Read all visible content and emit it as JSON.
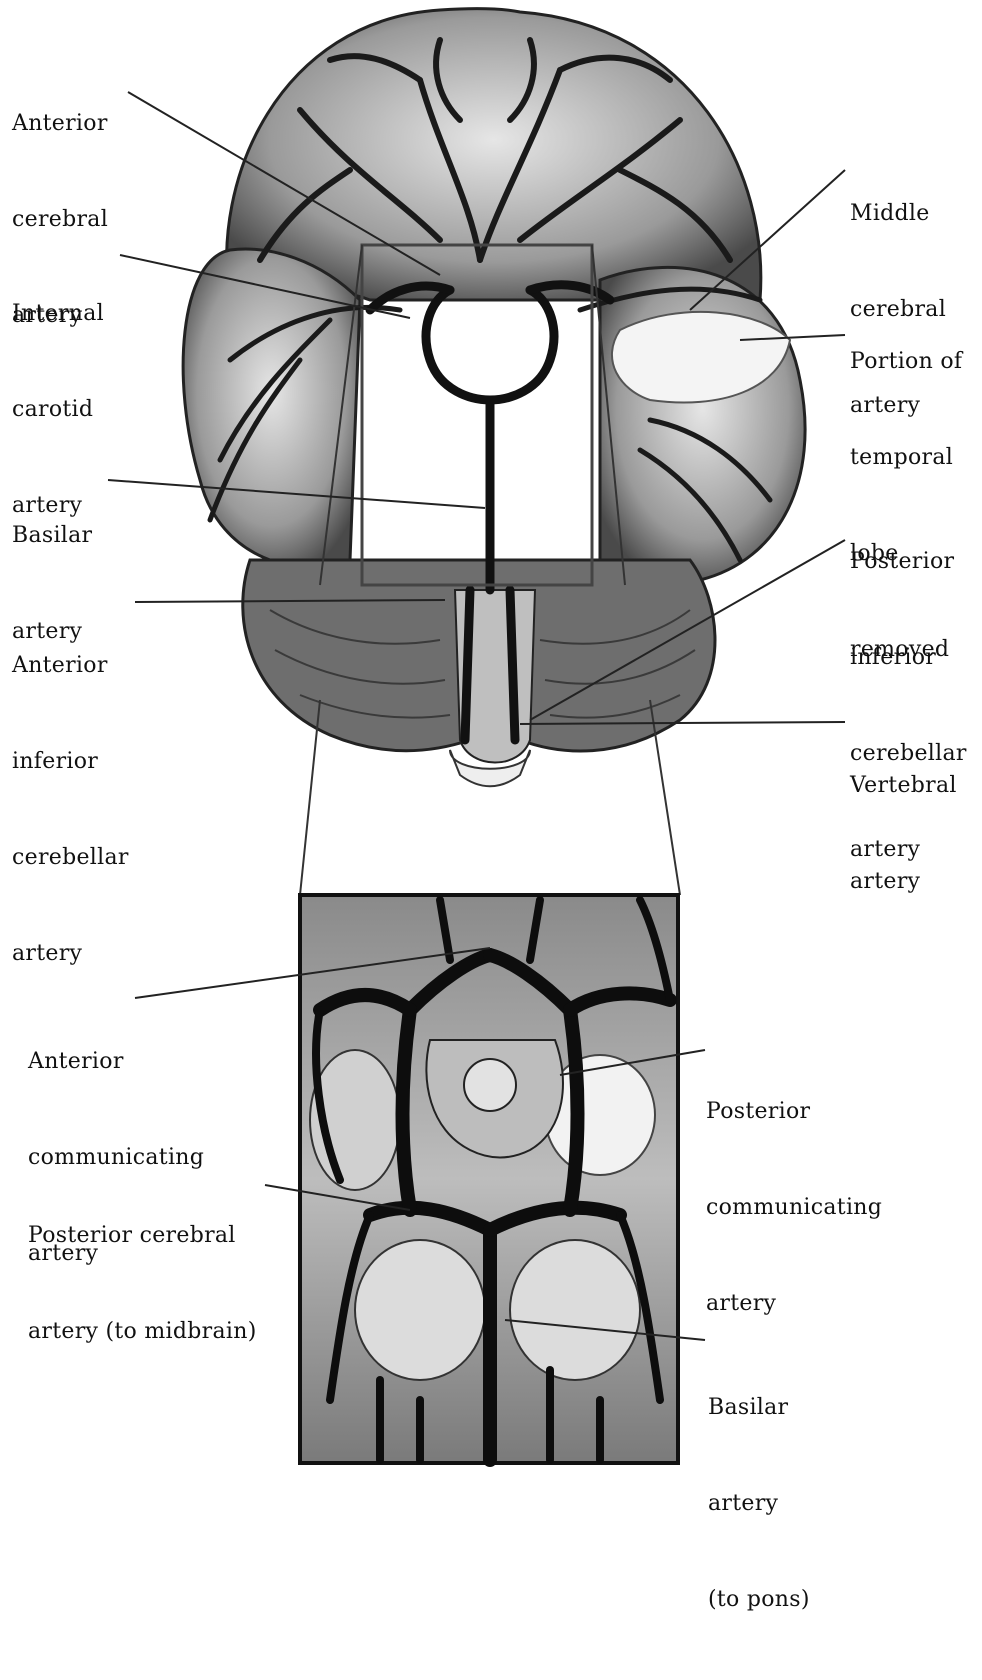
{
  "labels": {
    "anterior_cerebral": [
      "Anterior",
      "cerebral",
      "artery"
    ],
    "internal_carotid": [
      "Internal",
      "carotid",
      "artery"
    ],
    "basilar_top": [
      "Basilar",
      "artery"
    ],
    "anterior_inferior_cerebellar": [
      "Anterior",
      "inferior",
      "cerebellar",
      "artery"
    ],
    "middle_cerebral": [
      "Middle",
      "cerebral",
      "artery"
    ],
    "temporal_lobe": [
      "Portion of",
      "temporal",
      "lobe",
      "removed"
    ],
    "posterior_inferior_cerebellar": [
      "Posterior",
      "inferior",
      "cerebellar",
      "artery"
    ],
    "vertebral": [
      "Vertebral",
      "artery"
    ],
    "anterior_communicating": [
      "Anterior",
      "communicating",
      "artery"
    ],
    "posterior_communicating": [
      "Posterior",
      "communicating",
      "artery"
    ],
    "posterior_cerebral": [
      "Posterior cerebral",
      "artery (to midbrain)"
    ],
    "basilar_bottom": [
      "Basilar",
      "artery",
      "(to pons)"
    ]
  },
  "colors": {
    "vessel": "#1a1a1a",
    "tissue": "#d9d9d9",
    "tissue_shadow": "#8c8c8c",
    "leader": "#222222"
  }
}
